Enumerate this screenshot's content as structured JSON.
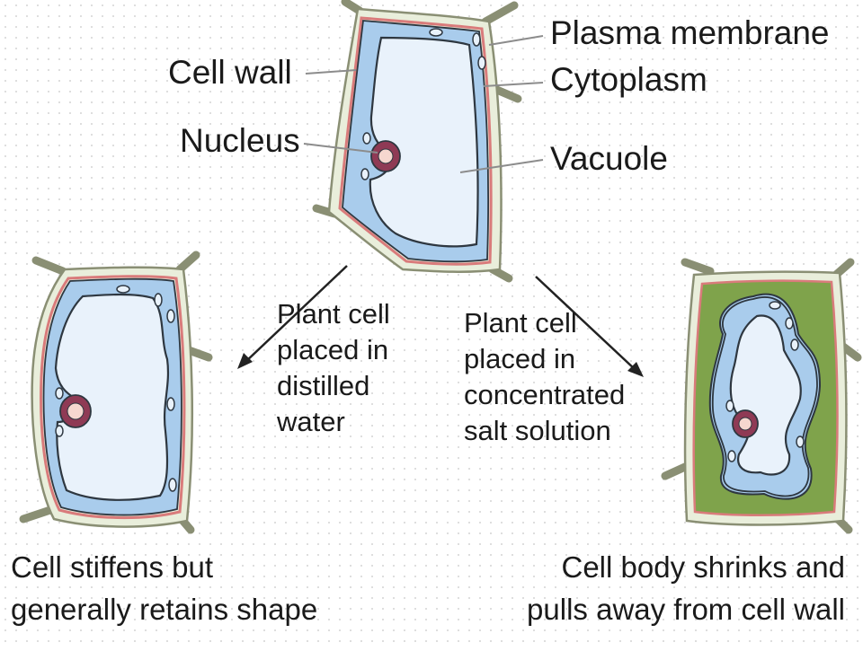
{
  "labels": {
    "plasma_membrane": "Plasma membrane",
    "cell_wall": "Cell wall",
    "cytoplasm": "Cytoplasm",
    "nucleus": "Nucleus",
    "vacuole": "Vacuole"
  },
  "arrow_notes": {
    "left": [
      "Plant cell",
      "placed in",
      "distilled",
      "water"
    ],
    "right": [
      "Plant cell",
      "placed in",
      "concentrated",
      "salt solution"
    ]
  },
  "captions": {
    "left": [
      "Cell stiffens but",
      "generally retains shape"
    ],
    "right": [
      "Cell body shrinks and",
      "pulls away from cell wall"
    ]
  },
  "colors": {
    "cell_wall_fill": "#e9eedb",
    "cell_wall_stroke": "#8a8f74",
    "cytoplasm": "#a9ccec",
    "vacuole": "#e9f2fb",
    "plasma_membrane": "#d97b7b",
    "outline": "#2e3740",
    "nucleus_ring": "#8f3a55",
    "nucleolus": "#f6d7cf",
    "plasmolysis_space": "#7fa34b"
  }
}
